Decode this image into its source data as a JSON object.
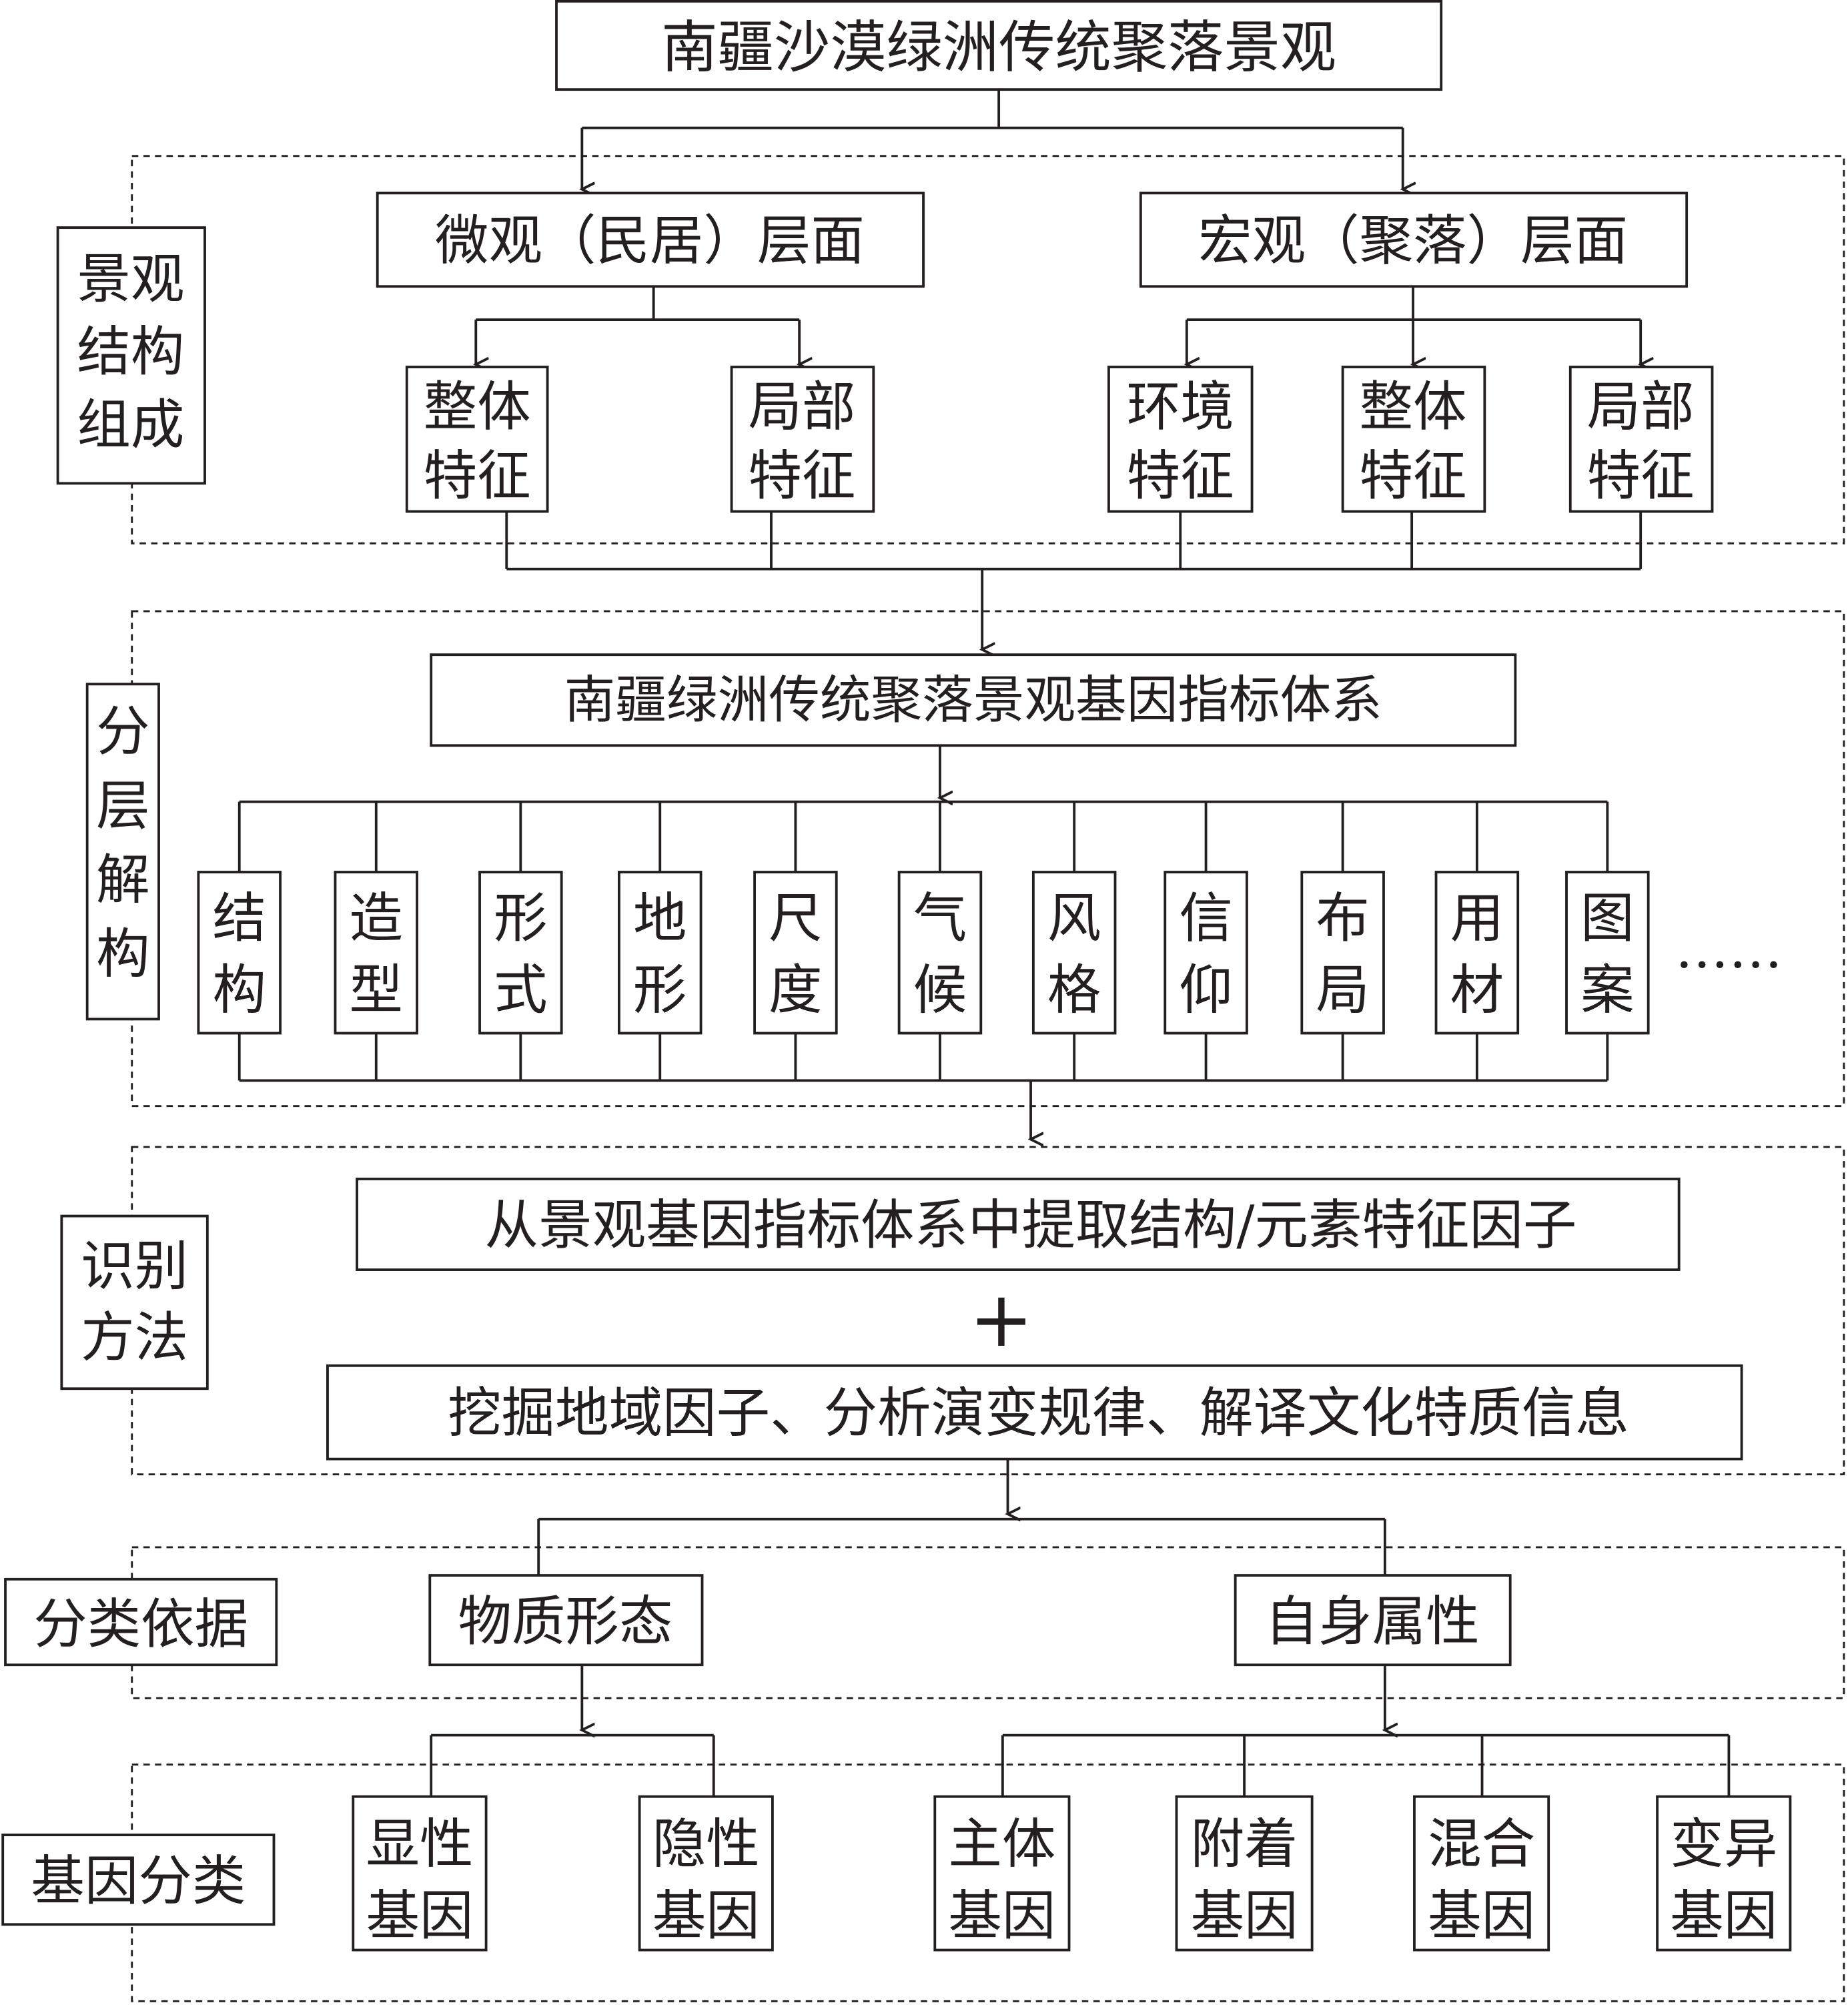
{
  "title": "南疆沙漠绿洲传统聚落景观",
  "section1": {
    "label": [
      "景观",
      "结构",
      "组成"
    ],
    "micro": "微观（民居）层面",
    "macro": "宏观（聚落）层面",
    "micro_items": [
      [
        "整体",
        "特征"
      ],
      [
        "局部",
        "特征"
      ]
    ],
    "macro_items": [
      [
        "环境",
        "特征"
      ],
      [
        "整体",
        "特征"
      ],
      [
        "局部",
        "特征"
      ]
    ]
  },
  "section2": {
    "label": [
      "分",
      "层",
      "解",
      "构"
    ],
    "system": "南疆绿洲传统聚落景观基因指标体系",
    "items": [
      [
        "结",
        "构"
      ],
      [
        "造",
        "型"
      ],
      [
        "形",
        "式"
      ],
      [
        "地",
        "形"
      ],
      [
        "尺",
        "度"
      ],
      [
        "气",
        "候"
      ],
      [
        "风",
        "格"
      ],
      [
        "信",
        "仰"
      ],
      [
        "布",
        "局"
      ],
      [
        "用",
        "材"
      ],
      [
        "图",
        "案"
      ]
    ],
    "ellipsis": "……"
  },
  "section3": {
    "label": [
      "识别",
      "方法"
    ],
    "step1": "从景观基因指标体系中提取结构/元素特征因子",
    "plus": "+",
    "step2": "挖掘地域因子、分析演变规律、解译文化特质信息"
  },
  "section4": {
    "label": "分类依据",
    "basis": [
      "物质形态",
      "自身属性"
    ]
  },
  "section5": {
    "label": "基因分类",
    "items": [
      [
        "显性",
        "基因"
      ],
      [
        "隐性",
        "基因"
      ],
      [
        "主体",
        "基因"
      ],
      [
        "附着",
        "基因"
      ],
      [
        "混合",
        "基因"
      ],
      [
        "变异",
        "基因"
      ]
    ]
  }
}
